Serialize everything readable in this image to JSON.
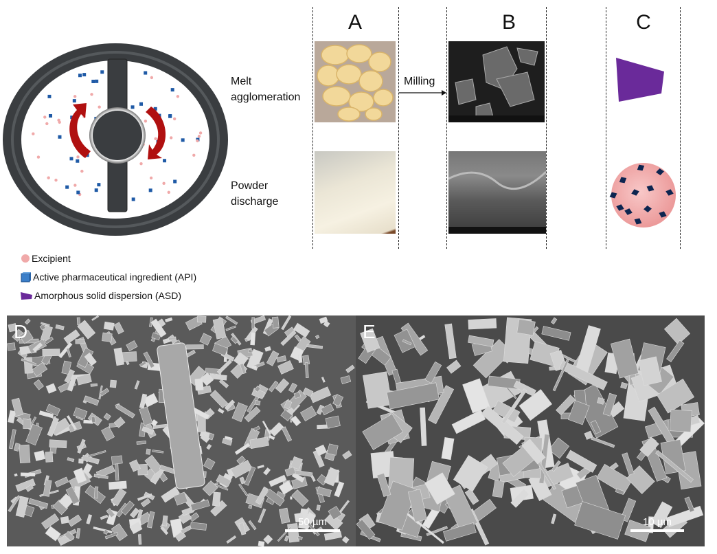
{
  "columns": {
    "a": "A",
    "b": "B",
    "c": "C"
  },
  "rows": {
    "melt": [
      "Melt",
      "agglomeration"
    ],
    "powder": [
      "Powder",
      "discharge"
    ]
  },
  "milling_label": "Milling",
  "legend": [
    {
      "label": "Excipient",
      "icon": "pink-circle",
      "color": "#f0a9a9"
    },
    {
      "label": "Active pharmaceutical ingredient (API)",
      "icon": "blue-cube",
      "color": "#3b7fc9"
    },
    {
      "label": "Amorphous solid dispersion (ASD)",
      "icon": "purple-trapezoid",
      "color": "#6a2a9a"
    }
  ],
  "sem_panels": [
    {
      "letter": "D",
      "scale": "50 µm"
    },
    {
      "letter": "E",
      "scale": "10 µm"
    }
  ],
  "colors": {
    "arrow": "#b01010",
    "mixer": "#3a3d40",
    "asd": "#6a2a9a",
    "api_dark": "#0d2550",
    "excipient": "#f0a9a9"
  }
}
